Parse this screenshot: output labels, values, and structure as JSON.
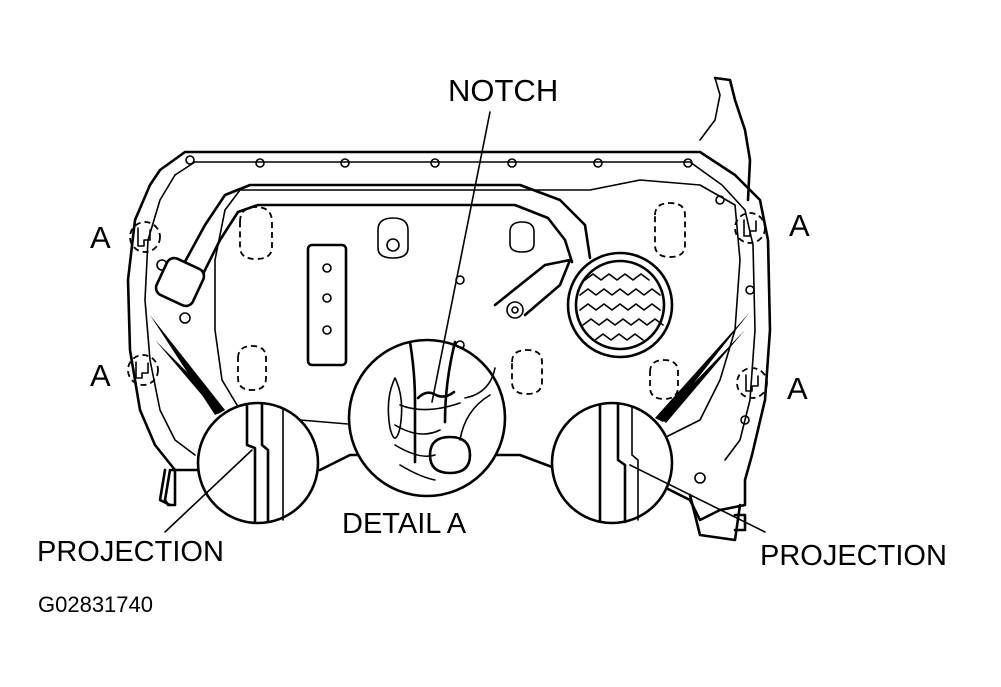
{
  "labels": {
    "notch": "NOTCH",
    "detail": "DETAIL A",
    "projection_left": "PROJECTION",
    "projection_right": "PROJECTION",
    "a_left_top": "A",
    "a_left_bottom": "A",
    "a_right_top": "A",
    "a_right_bottom": "A",
    "figure_id": "G02831740"
  }
}
